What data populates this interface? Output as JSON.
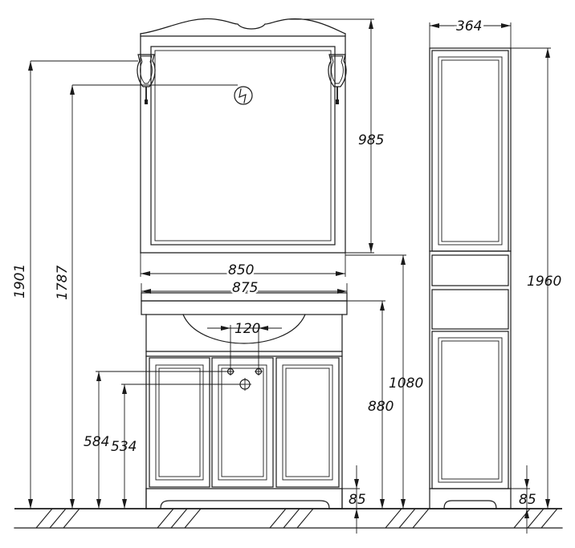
{
  "dimensions": {
    "total_height": "1901",
    "electrical_height": "1787",
    "mirror_height": "985",
    "mirror_width": "850",
    "vanity_width": "875",
    "tap_spacing": "120",
    "vanity_height": "880",
    "cabinet_top_height": "1080",
    "water_height": "584",
    "drain_height": "534",
    "plinth_height_vanity": "85",
    "column_width": "364",
    "column_height": "1960",
    "plinth_height_column": "85"
  },
  "symbols": {
    "electrical_outlet": "lightning-icon"
  },
  "colors": {
    "line": "#1a1a1a",
    "background": "#ffffff"
  }
}
